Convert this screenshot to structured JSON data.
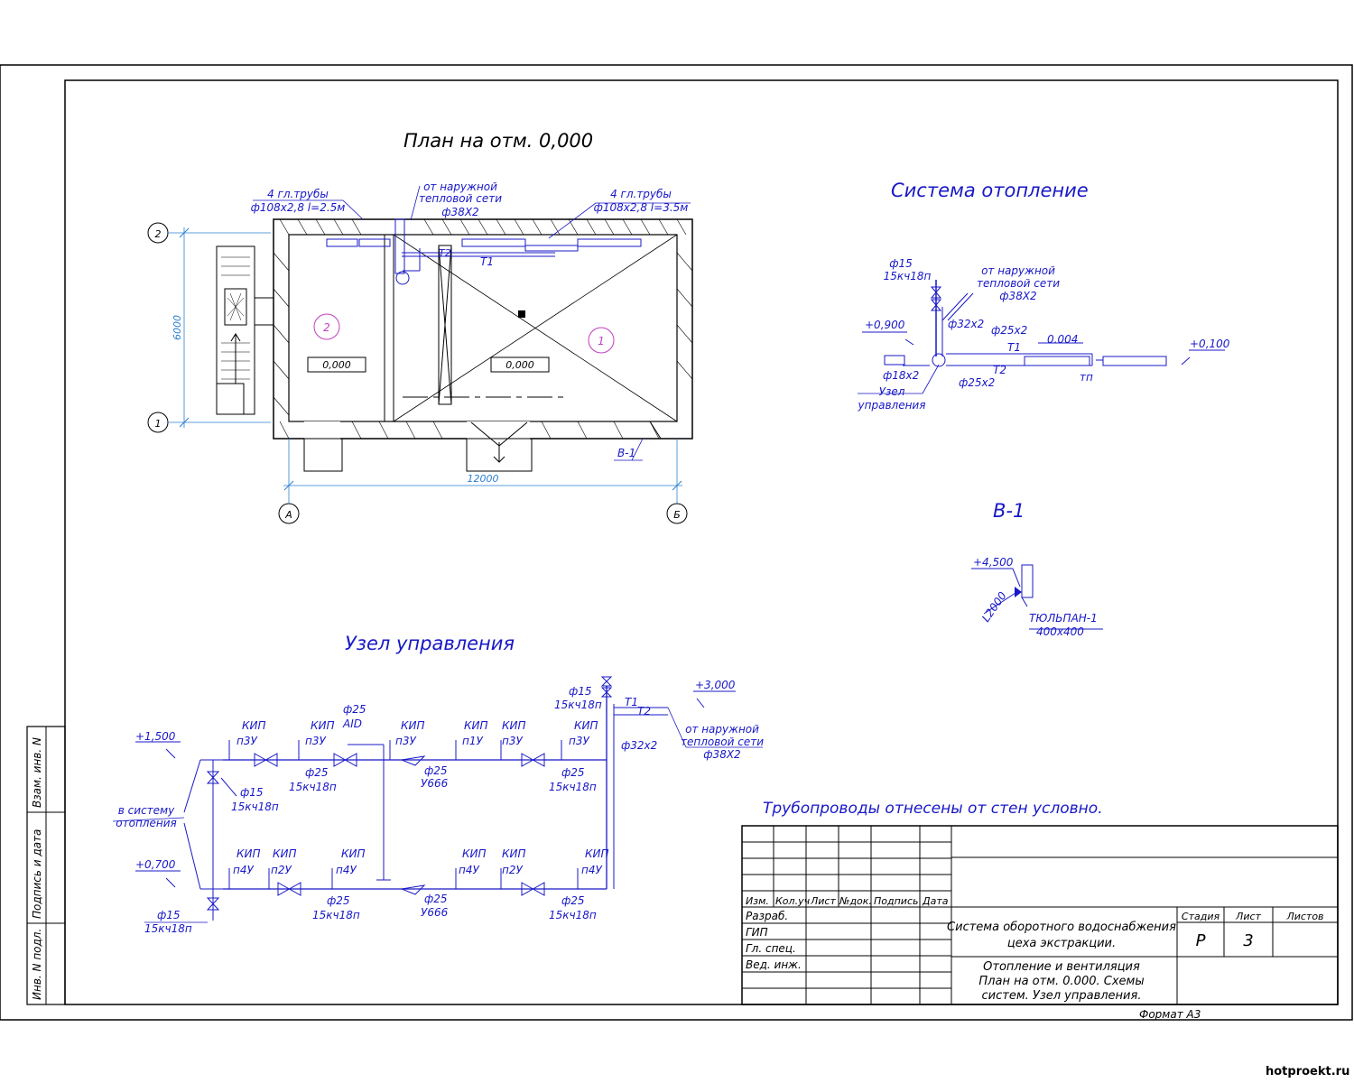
{
  "titles": {
    "plan": "План на отм. 0,000",
    "heating": "Система отопление",
    "v1": "В-1",
    "node": "Узел управления",
    "note": "Трубопроводы отнесены от стен условно."
  },
  "plan": {
    "axis_2": "2",
    "axis_1": "1",
    "axis_a": "А",
    "axis_b": "Б",
    "dim_vertical": "6000",
    "dim_horizontal": "12000",
    "room_2": "2",
    "room_1": "1",
    "elev_left": "0,000",
    "elev_right": "0,000",
    "pipes_left_l1": "4 гл.трубы",
    "pipes_left_l2": "ф108х2,8 l=2.5м",
    "net_l1": "от наружной",
    "net_l2": "тепловой сети",
    "net_l3": "ф38Х2",
    "pipes_right_l1": "4 гл.трубы",
    "pipes_right_l2": "ф108х2,8 l=3.5м",
    "t1": "Т1",
    "t2": "Т2",
    "v1_tag": "В-1"
  },
  "heating": {
    "valve_l1": "ф15",
    "valve_l2": "15кч18п",
    "net_l1": "от наружной",
    "net_l2": "тепловой сети",
    "net_l3": "ф38Х2",
    "elev_left": "+0,900",
    "elev_right": "+0,100",
    "d32": "ф32х2",
    "d25a": "ф25х2",
    "d18": "ф18х2",
    "d25b": "ф25х2",
    "t1": "Т1",
    "t2": "Т2",
    "slope": "0.004",
    "tp": "тп",
    "node_l1": "Узел",
    "node_l2": "управления"
  },
  "v1": {
    "elev": "+4,500",
    "len": "L2000",
    "grille_l1": "ТЮЛЬПАН-1",
    "grille_l2": "400х400"
  },
  "node": {
    "elev_1500": "+1,500",
    "elev_700": "+0,700",
    "elev_3000": "+3,000",
    "to_system_l1": "в систему",
    "to_system_l2": "отопления",
    "kip": "КИП",
    "p3u": "п3У",
    "p1u": "п1У",
    "p4u": "п4У",
    "p2u": "п2У",
    "f25": "ф25",
    "f15": "ф15",
    "v15": "15кч18п",
    "u666": "У666",
    "aid": "AID",
    "net_l1": "от наружной",
    "net_l2": "тепловой сети",
    "net_l3": "ф38Х2",
    "d32": "ф32х2",
    "t1": "Т1",
    "t2": "Т2"
  },
  "stamp": {
    "h_izm": "Изм.",
    "h_koluch": "Кол.уч",
    "h_list": "Лист",
    "h_ndok": "№док.",
    "h_podpis": "Подпись",
    "h_data": "Дата",
    "razrab": "Разраб.",
    "gip": "ГИП",
    "glspec": "Гл. спец.",
    "vedinzh": "Вед. инж.",
    "project_l1": "Система оборотного водоснабжения",
    "project_l2": "цеха экстракции.",
    "sheet_l1": "Отопление и вентиляция",
    "sheet_l2": "План на отм. 0.000. Схемы",
    "sheet_l3": "систем. Узел управления.",
    "stadia": "Стадия",
    "list": "Лист",
    "listov": "Листов",
    "stadia_val": "Р",
    "list_val": "3",
    "format": "Формат А3"
  },
  "side": {
    "vzam": "Взам. инв. N",
    "podpis": "Подпись и дата",
    "inv": "Инв. N подл."
  },
  "watermark": "hotproekt.ru"
}
